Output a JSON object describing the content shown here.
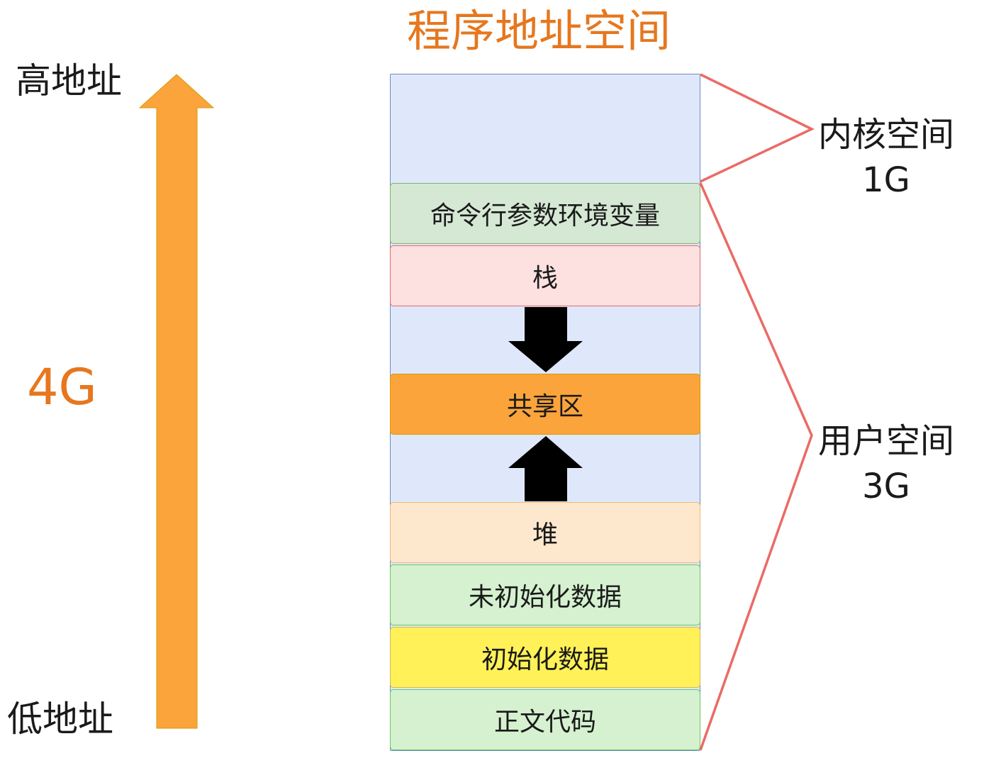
{
  "title": "程序地址空间",
  "high_address_label": "高地址",
  "low_address_label": "低地址",
  "size_label": "4G",
  "segments": [
    {
      "label": "命令行参数环境变量",
      "fill": "#d5e8d4",
      "stroke": "#82b366"
    },
    {
      "label": "栈",
      "fill": "#fde0e0",
      "stroke": "#e36a6a"
    },
    {
      "label": "共享区",
      "fill": "#fba43b",
      "stroke": "#d79b00"
    },
    {
      "label": "堆",
      "fill": "#fde7cd",
      "stroke": "#f5b971"
    },
    {
      "label": "未初始化数据",
      "fill": "#d5f1d0",
      "stroke": "#68c860"
    },
    {
      "label": "初始化数据",
      "fill": "#fff157",
      "stroke": "#d6b656"
    },
    {
      "label": "正文代码",
      "fill": "#d5f1d0",
      "stroke": "#68c860"
    }
  ],
  "kernel_space": {
    "name": "内核空间",
    "size": "1G"
  },
  "user_space": {
    "name": "用户空间",
    "size": "3G"
  },
  "colors": {
    "title_orange": "#e6771e",
    "arrow_orange": "#fba43b",
    "column_fill": "#dfe8fb",
    "column_stroke": "#6c8ebf",
    "brace_red": "#ea6b66",
    "flow_arrow": "#000000"
  },
  "icons": {
    "address_direction": "up-arrow-icon",
    "stack_growth": "down-arrow-icon",
    "heap_growth": "up-arrow-icon"
  }
}
